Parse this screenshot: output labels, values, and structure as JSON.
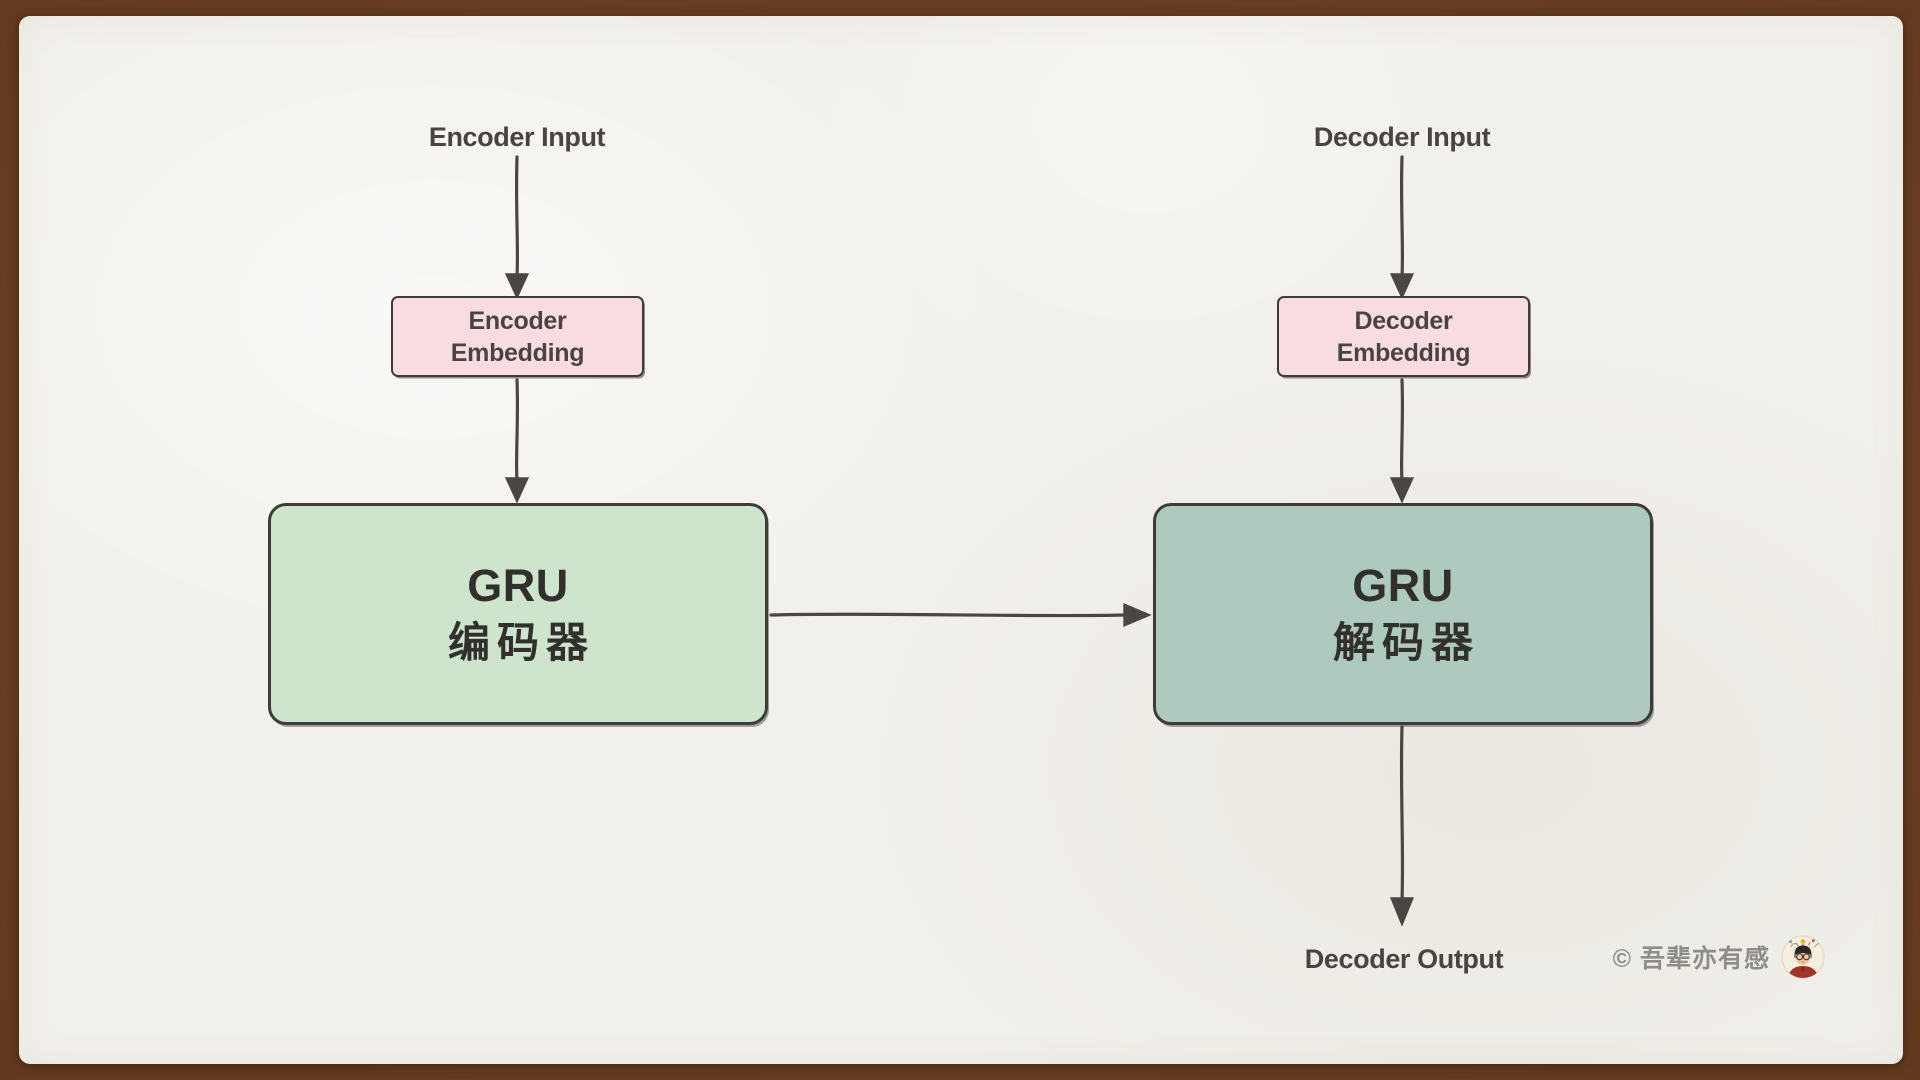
{
  "colors": {
    "frame": "#6f4325",
    "frame_edge": "#4e2d17",
    "paper": "#f2f0eb",
    "ink": "#4b4642",
    "node_border": "#3f3b39",
    "encoder_fill": "#cfe4cc",
    "decoder_fill": "#aecabf",
    "embedding_fill": "#f8dce0",
    "label_text": "#494440",
    "node_text": "#32302d",
    "watermark_text": "#8f8d89"
  },
  "diagram": {
    "encoder_input_label": "Encoder Input",
    "decoder_input_label": "Decoder Input",
    "decoder_output_label": "Decoder Output",
    "encoder_embedding": {
      "line1": "Encoder",
      "line2": "Embedding"
    },
    "decoder_embedding": {
      "line1": "Decoder",
      "line2": "Embedding"
    },
    "gru_encoder": {
      "line1": "GRU",
      "line2": "编码器"
    },
    "gru_decoder": {
      "line1": "GRU",
      "line2": "解码器"
    },
    "edges": [
      "encoder-input-to-encoder-embedding",
      "encoder-embedding-to-gru-encoder",
      "gru-encoder-to-gru-decoder",
      "decoder-input-to-decoder-embedding",
      "decoder-embedding-to-gru-decoder",
      "gru-decoder-to-decoder-output"
    ]
  },
  "watermark": {
    "text": "© 吾辈亦有感",
    "avatar_icon": "author-avatar"
  }
}
